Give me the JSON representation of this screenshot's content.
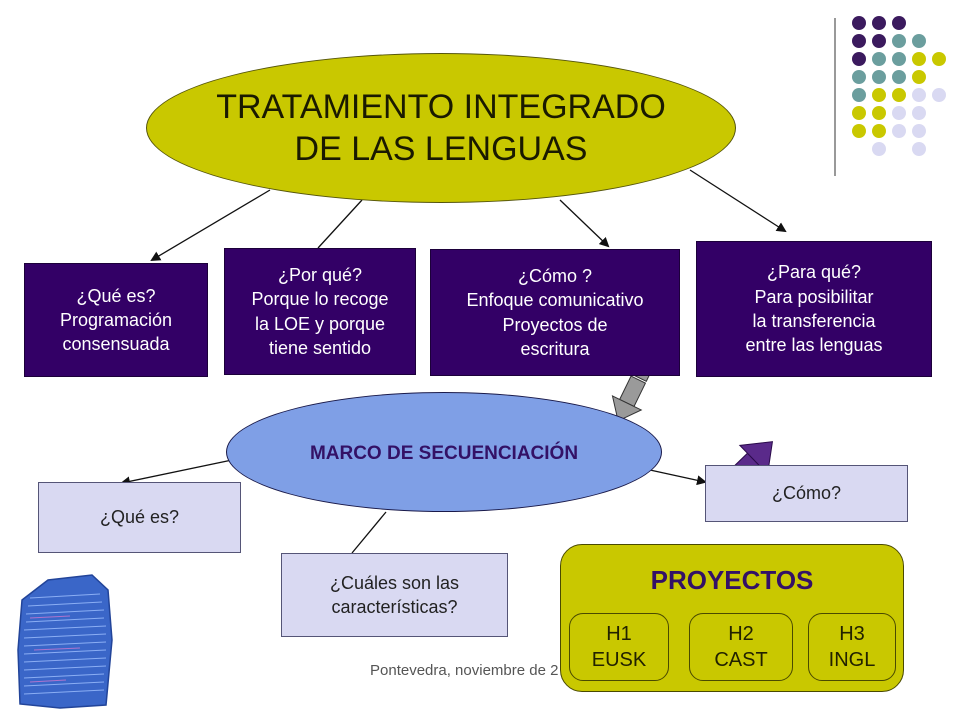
{
  "title_ellipse": {
    "text": "TRATAMIENTO INTEGRADO\nDE LAS LENGUAS"
  },
  "question_boxes": [
    {
      "text": "¿Qué es?\nProgramación\n consensuada"
    },
    {
      "text": "¿Por qué?\nPorque lo recoge\nla LOE y porque\n tiene sentido"
    },
    {
      "text": "¿Cómo ?\nEnfoque comunicativo\nProyectos de\nescritura"
    },
    {
      "text": "¿Para qué?\nPara posibilitar\nla transferencia\n entre las lenguas"
    }
  ],
  "marco_ellipse": {
    "text": "MARCO DE SECUENCIACIÓN"
  },
  "marco_boxes": {
    "que_es": "¿Qué es?",
    "cuales": "¿Cuáles son las\n características?",
    "como": "¿Cómo?"
  },
  "proyectos": {
    "title": "PROYECTOS",
    "items": [
      {
        "text": "H1\nEUSK"
      },
      {
        "text": "H2\nCAST"
      },
      {
        "text": "H3\nINGL"
      }
    ]
  },
  "footer": {
    "text": "Pontevedra, noviembre de 2"
  },
  "colors": {
    "olive": "#c9c800",
    "purple": "#330066",
    "lavender": "#d9d9f2",
    "blue_ellipse": "#7f9fe6",
    "teal": "#6b9e9e"
  }
}
